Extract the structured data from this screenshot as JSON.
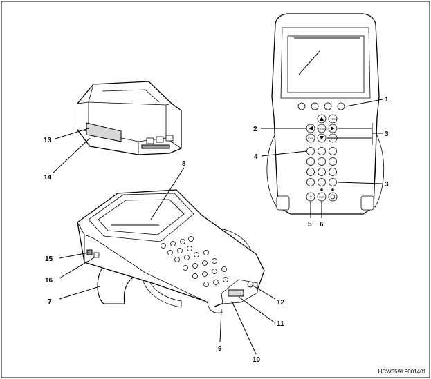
{
  "callouts": [
    {
      "key": "c1",
      "text": "1"
    },
    {
      "key": "c2",
      "text": "2"
    },
    {
      "key": "c3a",
      "text": "3"
    },
    {
      "key": "c3b",
      "text": "3"
    },
    {
      "key": "c4",
      "text": "4"
    },
    {
      "key": "c5",
      "text": "5"
    },
    {
      "key": "c6",
      "text": "6"
    },
    {
      "key": "c7",
      "text": "7"
    },
    {
      "key": "c8",
      "text": "8"
    },
    {
      "key": "c9",
      "text": "9"
    },
    {
      "key": "c10",
      "text": "10"
    },
    {
      "key": "c11",
      "text": "11"
    },
    {
      "key": "c12",
      "text": "12"
    },
    {
      "key": "c13",
      "text": "13"
    },
    {
      "key": "c14",
      "text": "14"
    },
    {
      "key": "c15",
      "text": "15"
    },
    {
      "key": "c16",
      "text": "16"
    }
  ],
  "keypad_labels": {
    "yes": "YES",
    "no": "NO",
    "enter": "ENTER",
    "exit": "EXIT",
    "help": "?",
    "power": "PWR"
  },
  "figure_id": "HCW35ALF001401"
}
